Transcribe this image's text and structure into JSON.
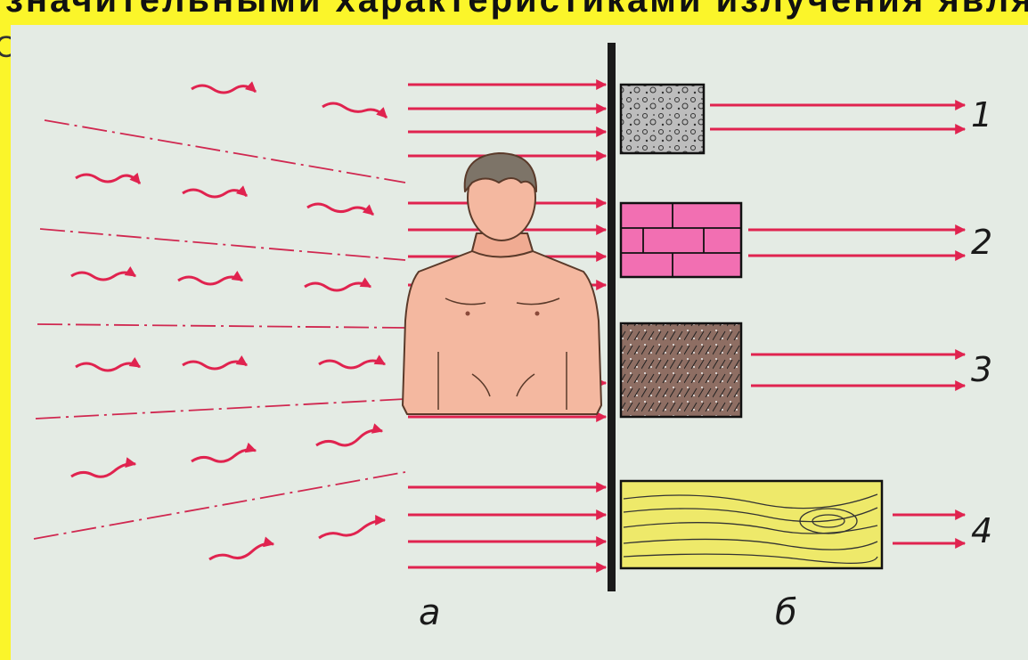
{
  "header": {
    "title_fragment": "значительными характеристиками излучения являются",
    "left_letter": "С"
  },
  "figure": {
    "label_a": "а",
    "label_b": "б",
    "materials": [
      {
        "number": "1",
        "name": "concrete"
      },
      {
        "number": "2",
        "name": "brick"
      },
      {
        "number": "3",
        "name": "composite"
      },
      {
        "number": "4",
        "name": "wood"
      }
    ]
  },
  "colors": {
    "radiation": "#e0234f",
    "barrier": "#1a1a1a",
    "background": "#e4ebe4",
    "highlight": "#fbf52a"
  }
}
